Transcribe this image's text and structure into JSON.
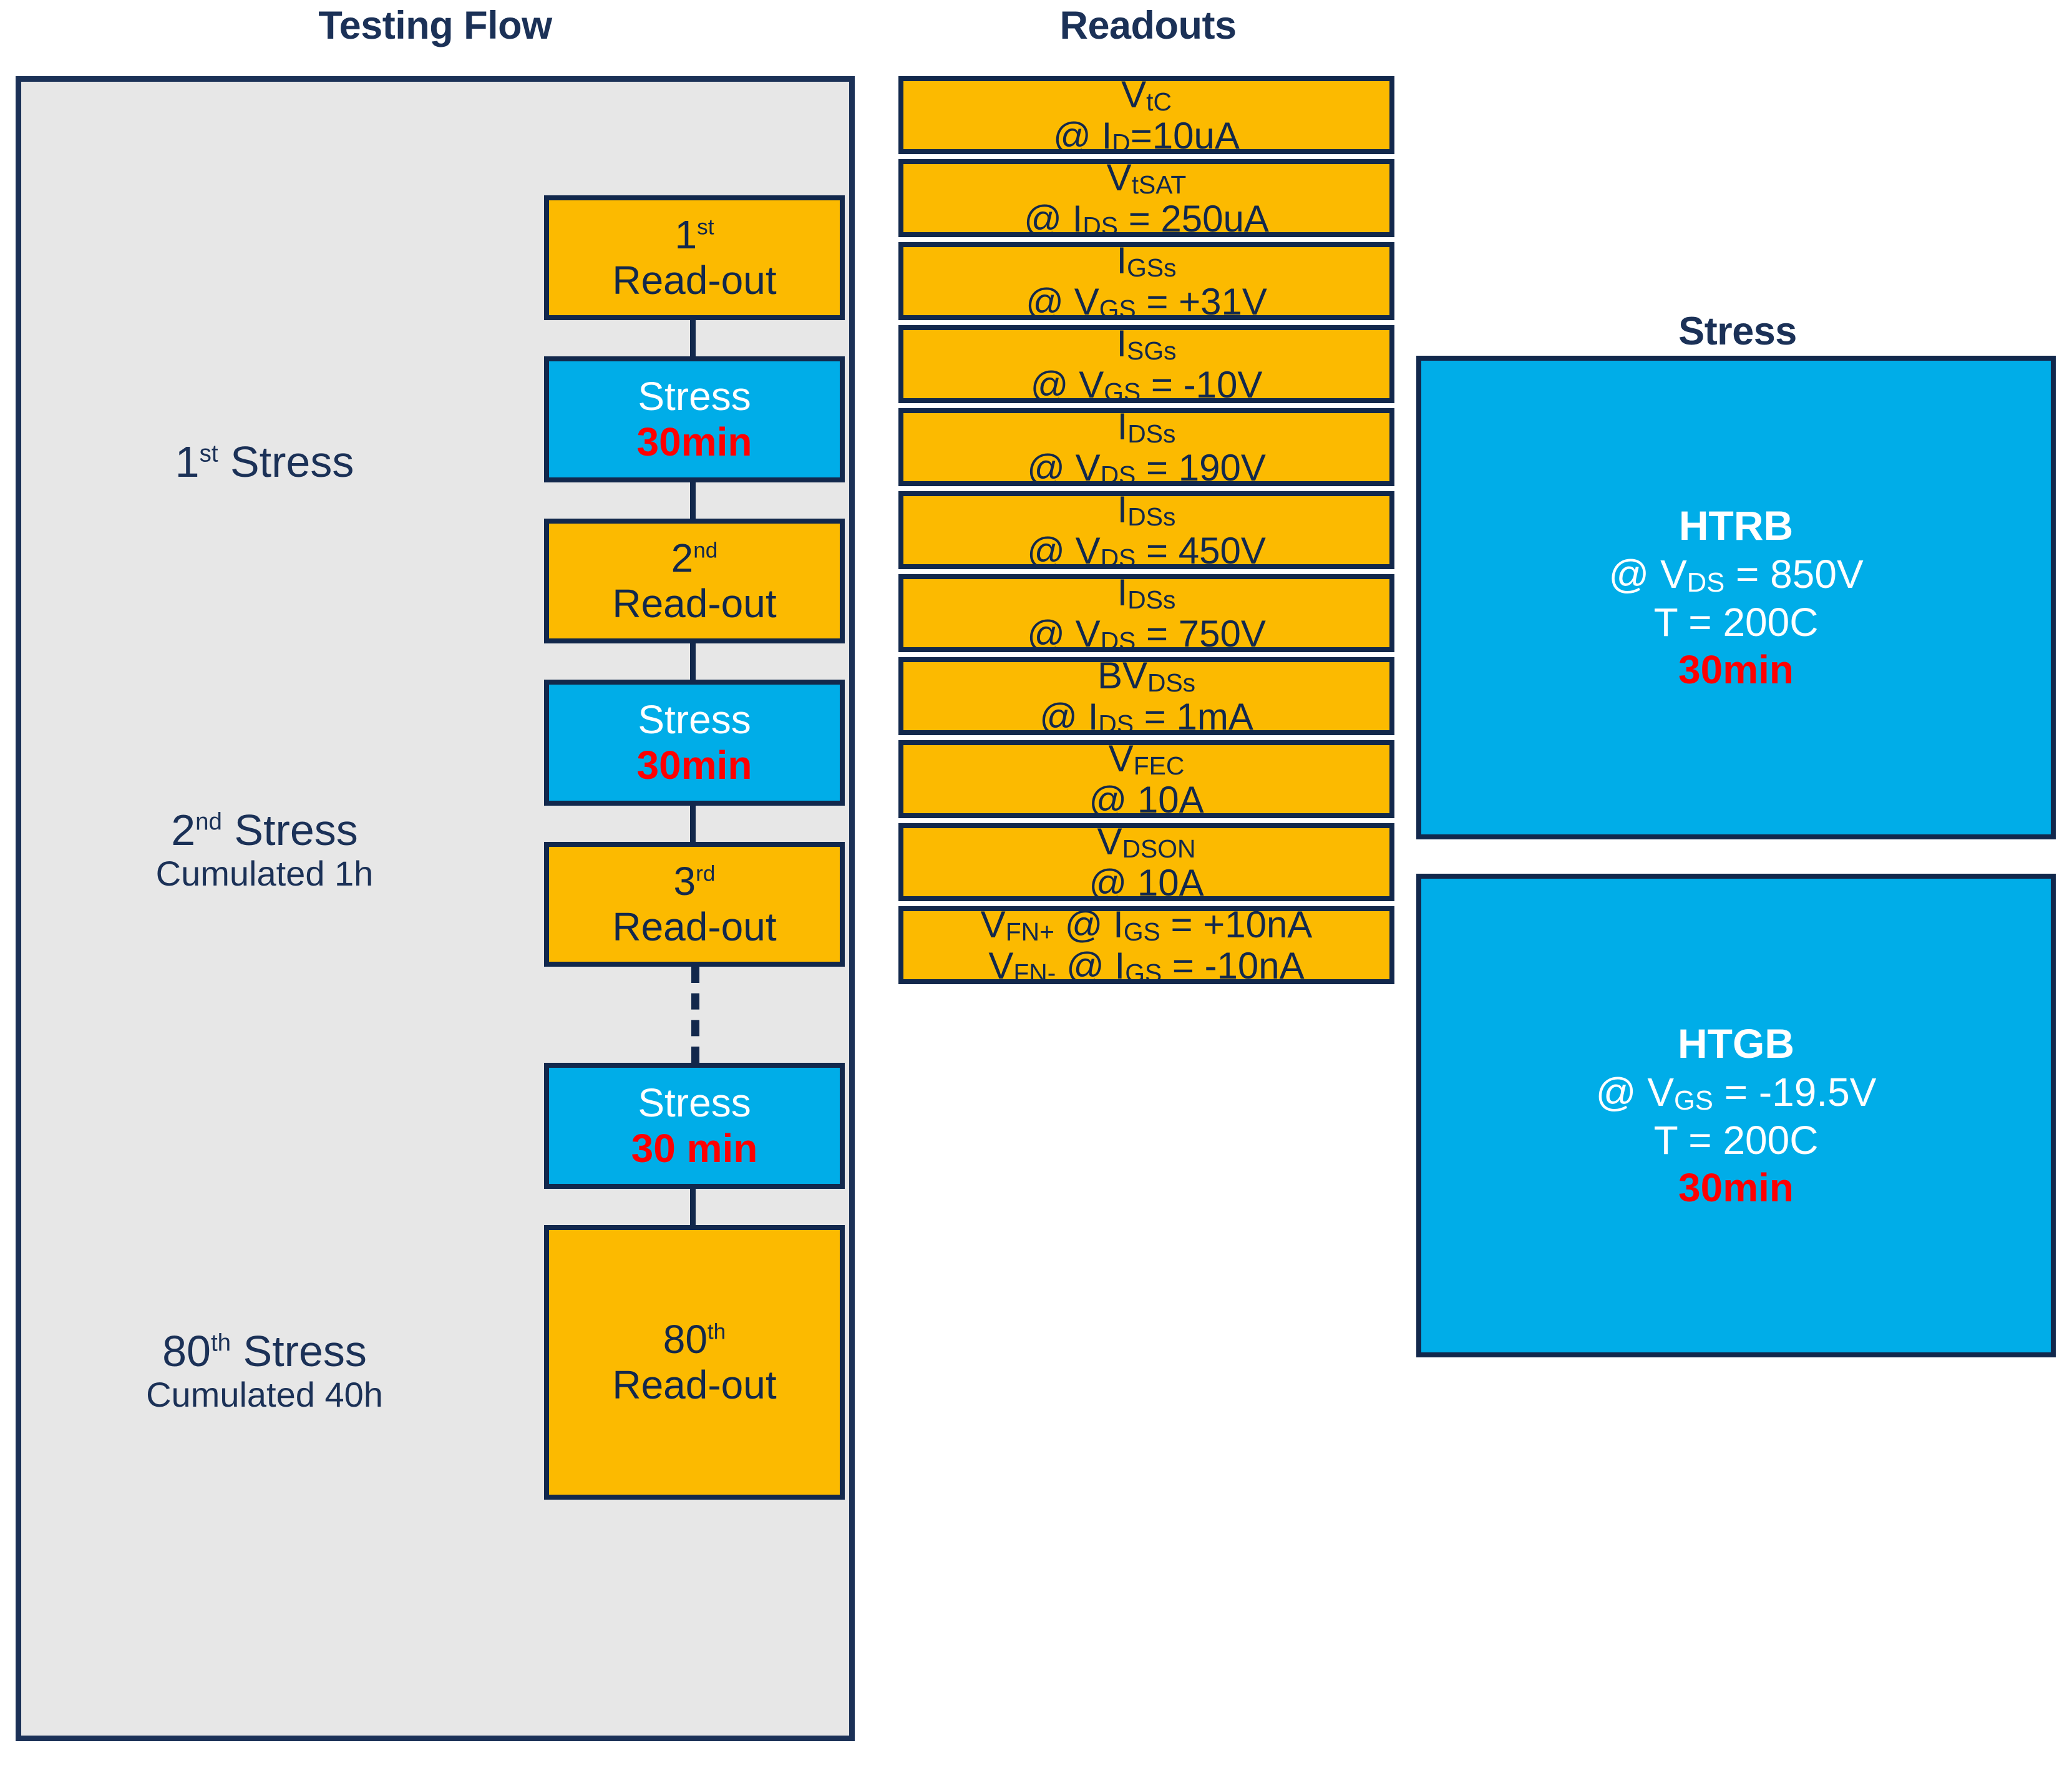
{
  "headers": {
    "testing_flow": "Testing Flow",
    "readouts": "Readouts",
    "stress": "Stress"
  },
  "colors": {
    "readout_fill": "#fcba00",
    "stress_fill": "#00ade8",
    "border": "#12284c",
    "panel_fill": "#e7e7e7",
    "text_dark": "#1b3157",
    "time_red": "#ff0000",
    "white": "#ffffff"
  },
  "flow": {
    "stages": [
      {
        "ordinal": "1",
        "suffix": "st",
        "title_tail": " Stress",
        "cumulated": ""
      },
      {
        "ordinal": "2",
        "suffix": "nd",
        "title_tail": " Stress",
        "cumulated": "Cumulated 1h"
      },
      {
        "ordinal": "80",
        "suffix": "th",
        "title_tail": " Stress",
        "cumulated": "Cumulated 40h"
      }
    ],
    "boxes": [
      {
        "kind": "readout",
        "ordinal": "1",
        "suffix": "st",
        "line2": "Read-out"
      },
      {
        "kind": "stress",
        "line1": "Stress",
        "line2": "30min"
      },
      {
        "kind": "readout",
        "ordinal": "2",
        "suffix": "nd",
        "line2": "Read-out"
      },
      {
        "kind": "stress",
        "line1": "Stress",
        "line2": "30min"
      },
      {
        "kind": "readout",
        "ordinal": "3",
        "suffix": "rd",
        "line2": "Read-out"
      },
      {
        "kind": "stress",
        "line1": "Stress",
        "line2": "30 min"
      },
      {
        "kind": "readout",
        "ordinal": "80",
        "suffix": "th",
        "line2": "Read-out"
      }
    ]
  },
  "readouts": [
    {
      "name": "V",
      "name_sub": "tC",
      "cond_pre": "@ I",
      "cond_sub": "D",
      "cond_post": "=10uA"
    },
    {
      "name": "V",
      "name_sub": "tSAT",
      "cond_pre": "@ I",
      "cond_sub": "DS",
      "cond_post": " = 250uA"
    },
    {
      "name": "I",
      "name_sub": "GSs",
      "cond_pre": "@ V",
      "cond_sub": "GS",
      "cond_post": " = +31V"
    },
    {
      "name": "I",
      "name_sub": "SGs",
      "cond_pre": "@ V",
      "cond_sub": "GS",
      "cond_post": " = -10V"
    },
    {
      "name": "I",
      "name_sub": "DSs",
      "cond_pre": "@ V",
      "cond_sub": "DS",
      "cond_post": " = 190V"
    },
    {
      "name": "I",
      "name_sub": "DSs",
      "cond_pre": "@ V",
      "cond_sub": "DS",
      "cond_post": " = 450V"
    },
    {
      "name": "I",
      "name_sub": "DSs",
      "cond_pre": "@ V",
      "cond_sub": "DS",
      "cond_post": " = 750V"
    },
    {
      "name": "BV",
      "name_sub": "DSs",
      "cond_pre": "@ I",
      "cond_sub": "DS",
      "cond_post": " = 1mA"
    },
    {
      "name": "V",
      "name_sub": "FEC",
      "cond_pre": "@ 10A",
      "cond_sub": "",
      "cond_post": ""
    },
    {
      "name": "V",
      "name_sub": "DSON",
      "cond_pre": "@ 10A",
      "cond_sub": "",
      "cond_post": ""
    }
  ],
  "readout_last": {
    "l1_pre": "V",
    "l1_sub": "FN+",
    "l1_mid": " @ I",
    "l1_sub2": "GS",
    "l1_post": " = +10nA",
    "l2_pre": "V",
    "l2_sub": "FN-",
    "l2_mid": " @ I",
    "l2_sub2": "GS",
    "l2_post": " = -10nA"
  },
  "stress_tests": [
    {
      "title": "HTRB",
      "cond_pre": "@ V",
      "cond_sub": "DS",
      "cond_post": " = 850V",
      "temperature": "T = 200C",
      "duration": "30min"
    },
    {
      "title": "HTGB",
      "cond_pre": "@ V",
      "cond_sub": "GS",
      "cond_post": " = -19.5V",
      "temperature": "T = 200C",
      "duration": "30min"
    }
  ]
}
